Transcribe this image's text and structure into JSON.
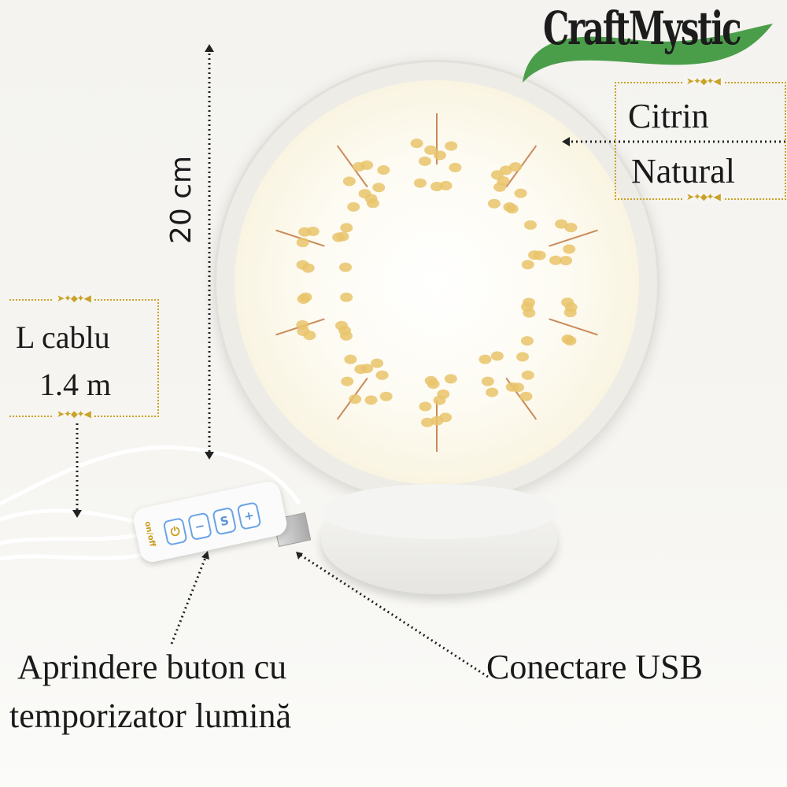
{
  "brand": {
    "logo_text": "CraftMystic",
    "leaf_color": "#4a9e4a"
  },
  "dimension": {
    "height_label": "20 cm"
  },
  "stone_label": {
    "line1": "Citrin",
    "line2": "Natural"
  },
  "cable_label": {
    "line1": "L cablu",
    "line2": "1.4 m"
  },
  "controller": {
    "onoff_label": "on/off",
    "buttons": [
      "⏻",
      "−",
      "S",
      "+"
    ],
    "button_color": "#6aa3e6"
  },
  "captions": {
    "button_line1": "Aprindere buton cu",
    "button_line2": "temporizator lumină",
    "usb": "Conectare USB"
  },
  "colors": {
    "frame": "#c9a227",
    "stone": "#e9c36a"
  }
}
